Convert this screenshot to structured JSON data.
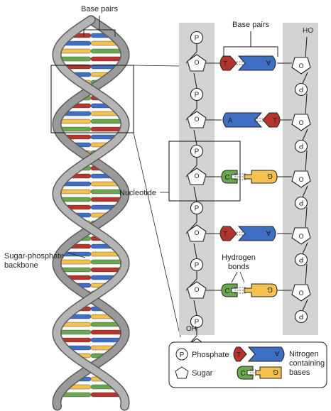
{
  "labels": {
    "base_pairs_top": "Base pairs",
    "base_pairs_right": "Base pairs",
    "nucleotide": "Nucleotide",
    "backbone_line1": "Sugar-phosphate",
    "backbone_line2": "backbone",
    "hydrogen_line1": "Hydrogen",
    "hydrogen_line2": "bonds",
    "ho_top": "HO",
    "oh_bottom": "OH",
    "phosphate_symbol": "P",
    "sugar_oxygen": "O"
  },
  "ladder": {
    "left_phosphate_rows": 6,
    "right_phosphate_rows": 5,
    "pairs": [
      {
        "left": "T",
        "right": "A",
        "left_color": "#b5342c",
        "right_color": "#3f6fc4"
      },
      {
        "left": "A",
        "right": "T",
        "left_color": "#3f6fc4",
        "right_color": "#b5342c"
      },
      {
        "left": "C",
        "right": "G",
        "left_color": "#6aa84f",
        "right_color": "#f2c14e"
      },
      {
        "left": "T",
        "right": "A",
        "left_color": "#b5342c",
        "right_color": "#3f6fc4"
      },
      {
        "left": "C",
        "right": "G",
        "left_color": "#6aa84f",
        "right_color": "#f2c14e"
      }
    ]
  },
  "legend": {
    "phosphate_symbol": "P",
    "phosphate_label": "Phosphate",
    "sugar_label": "Sugar",
    "bases_line1": "Nitrogen",
    "bases_line2": "containing",
    "bases_line3": "bases",
    "ta_left": "T",
    "ta_right": "A",
    "cg_left": "C",
    "cg_right": "G"
  },
  "colors": {
    "thymine": "#b5342c",
    "adenine": "#3f6fc4",
    "cytosine": "#6aa84f",
    "guanine": "#f2c14e",
    "backbone_band": "#d3d3d3",
    "helix_strand": "#9a9a9a"
  }
}
